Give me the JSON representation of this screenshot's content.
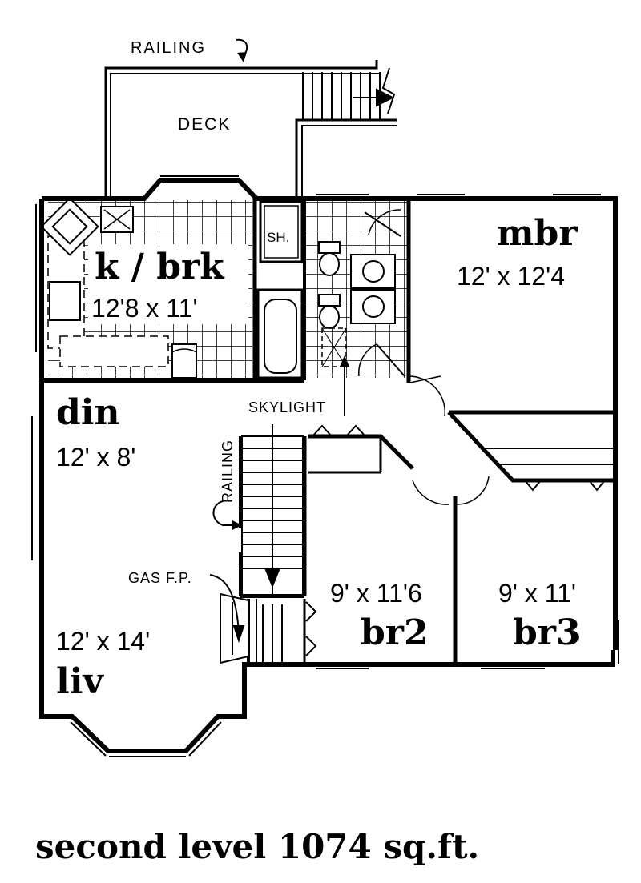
{
  "plan": {
    "rooms": {
      "kitchen": {
        "name": "k / brk",
        "size": "12'8 x 11'"
      },
      "master": {
        "name": "mbr",
        "size": "12' x 12'4"
      },
      "dining": {
        "name": "din",
        "size": "12' x 8'"
      },
      "living": {
        "name": "liv",
        "size": "12' x 14'"
      },
      "bedroom2": {
        "name": "br2",
        "size": "9' x 11'6"
      },
      "bedroom3": {
        "name": "br3",
        "size": "9' x 11'"
      }
    },
    "labels": {
      "railing_top": "RAILING",
      "railing_side": "RAILING",
      "deck": "DECK",
      "shower": "SH.",
      "skylight": "SKYLIGHT",
      "gas_fp": "GAS F.P."
    },
    "caption": "second level 1074 sq.ft."
  }
}
